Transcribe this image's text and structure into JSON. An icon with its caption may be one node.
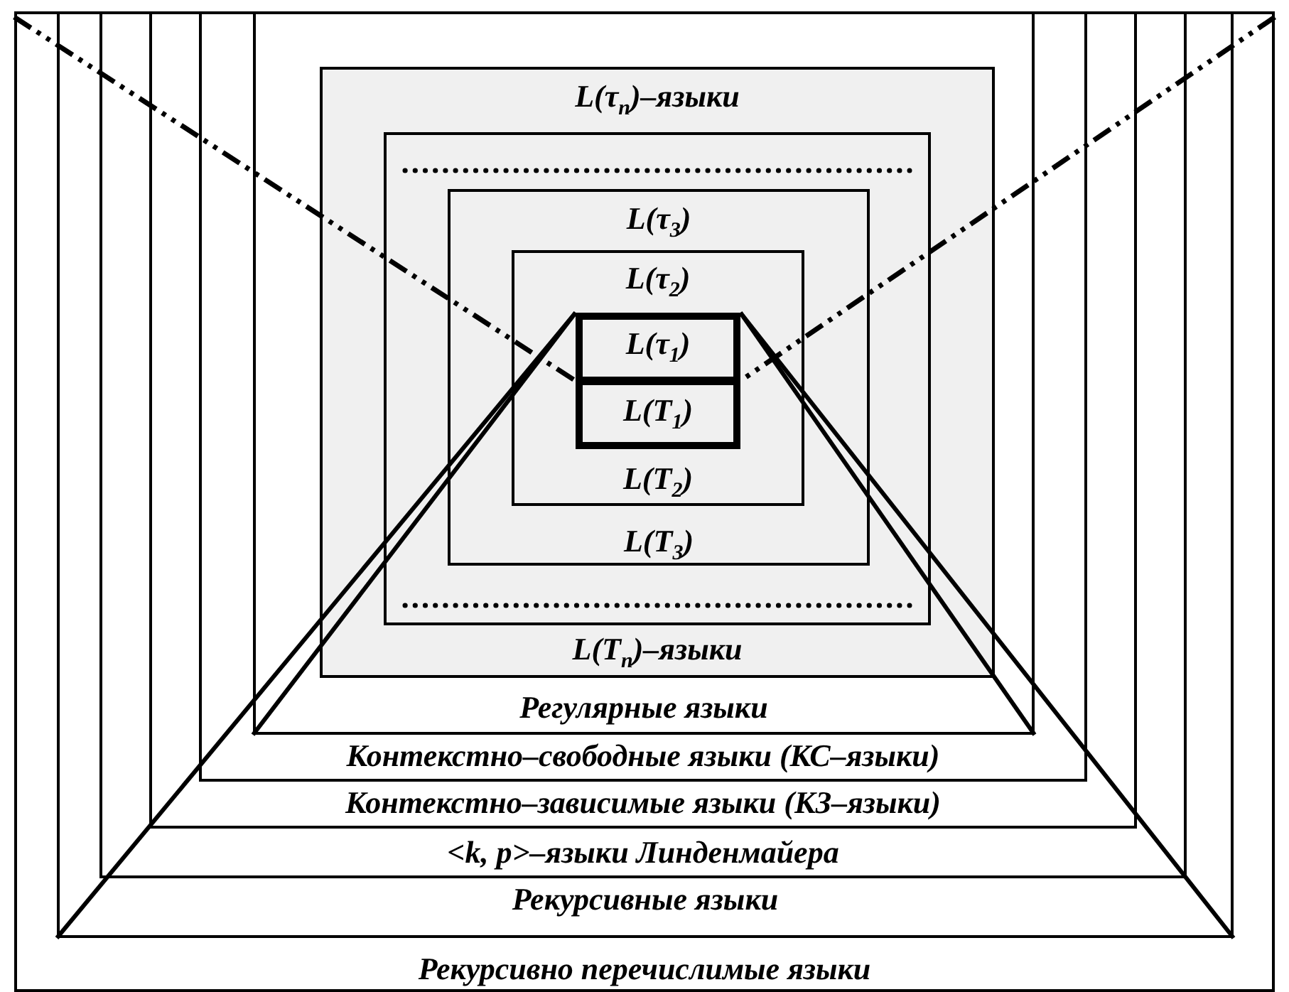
{
  "diagram": {
    "nodes": [
      {
        "text": [
          "Рекурсивно перечислимые языки"
        ]
      },
      {
        "text": [
          "Рекурсивные языки"
        ],
        "in": 0
      },
      {
        "text": [
          "<k, p>–языки Линденмайера"
        ],
        "in": 1
      },
      {
        "text": [
          "Контекстно–зависимые языки (КЗ–языки)"
        ],
        "in": 2
      },
      {
        "text": [
          "Контекстно–свободные языки (КС–языки)"
        ],
        "in": 3
      },
      {
        "text": [
          "Регулярные языки"
        ],
        "in": 4
      },
      {
        "text": [
          "L(τ$_{n}$)–языки",
          "L(T$_{n}$)–языки"
        ],
        "in": 5
      },
      {
        "text": [],
        "shape": "box",
        "in": 6
      },
      {
        "text": [
          "L(τ$_{3}$)",
          "L(T$_{3}$)"
        ],
        "in": 7
      },
      {
        "text": [
          "L(τ$_{2}$)",
          "L(T$_{2}$)"
        ],
        "in": 8
      },
      {
        "text": [
          "L(τ$_{1}$)"
        ],
        "in": 9
      },
      {
        "text": [
          "L(T$_{1}$)"
        ],
        "in": 9
      }
    ],
    "edges": []
  }
}
